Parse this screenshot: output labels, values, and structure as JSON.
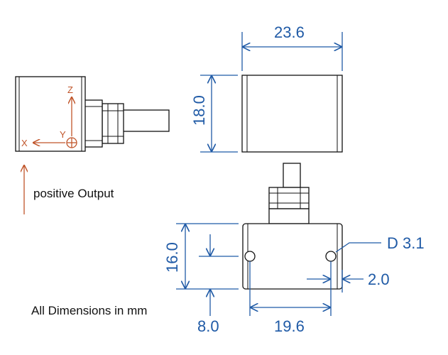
{
  "dimensions": {
    "width_top": "23.6",
    "height_side": "18.0",
    "height_bottom": "16.0",
    "hole_offset": "8.0",
    "hole_spacing": "19.6",
    "edge_offset": "2.0",
    "hole_diameter": "D 3.1"
  },
  "axes": {
    "z": "Z",
    "y": "Y",
    "x": "X"
  },
  "notes": {
    "positive_output": "positive Output",
    "units": "All Dimensions in mm"
  },
  "colors": {
    "dimension": "#1f5aa6",
    "axis": "#c0552a",
    "outline": "#111111"
  }
}
